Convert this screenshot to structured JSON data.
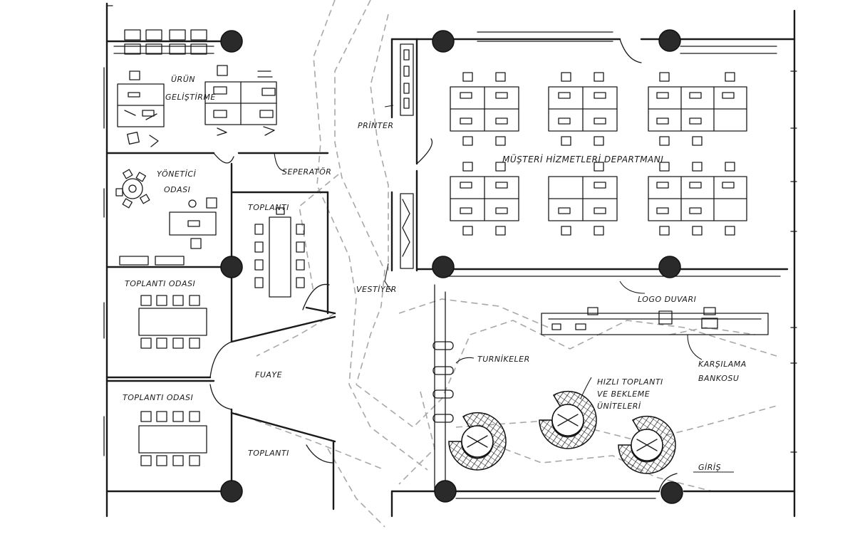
{
  "labels": {
    "urun_gelistirme_1": "ÜRÜN",
    "urun_gelistirme_2": "GELİŞTİRME",
    "seperator": "SEPERATÖR",
    "yonetici_1": "YÖNETİCİ",
    "yonetici_2": "ODASI",
    "toplanti_top": "TOPLANTI",
    "toplanti_odasi_1": "TOPLANTI ODASI",
    "fuaye": "FUAYE",
    "toplanti_odasi_2": "TOPLANTI ODASI",
    "toplanti_bottom": "TOPLANTI",
    "printer": "PRİNTER",
    "vestiyer": "VESTİYER",
    "musteri": "MÜŞTERİ HİZMETLERİ DEPARTMANI",
    "logo_duvari": "LOGO DUVARI",
    "karsilama_1": "KARŞILAMA",
    "karsilama_2": "BANKOSU",
    "turnikeler": "TURNİKELER",
    "hizli_1": "HIZLI TOPLANTI",
    "hizli_2": "VE BEKLEME",
    "hizli_3": "ÜNİTELERİ",
    "giris": "GİRİŞ"
  }
}
